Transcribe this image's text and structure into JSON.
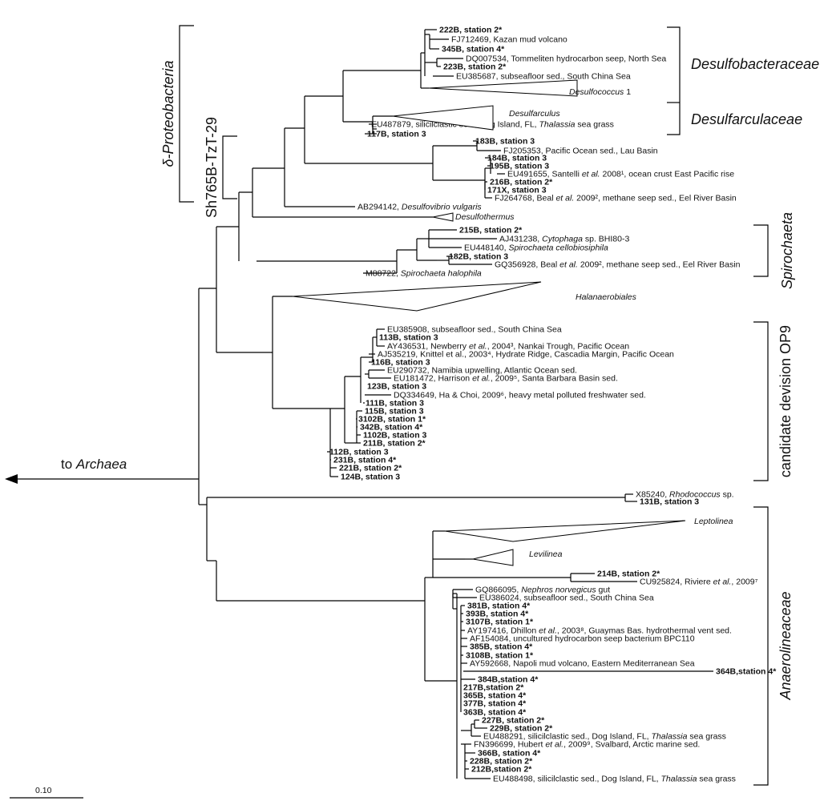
{
  "tree": {
    "scale_bar": "0.10",
    "root_label_prefix": "to ",
    "root_label_italic": "Archaea",
    "groups": {
      "desulfobacteraceae": "Desulfobacteraceae",
      "desulfarculaceae": "Desulfarculaceae",
      "spirochaeta": "Spirochaeta",
      "op9": "candidate devision OP9",
      "anaerolineaceae": "Anaerolineaceae",
      "delta": "δ-Proteobacteria",
      "sh765": "Sh765B-TzT-29"
    },
    "clades": {
      "desulfococcus": "Desulfococcus",
      "desulfococcus_suffix": " 1",
      "desulfarculus": "Desulfarculus",
      "desulfothermus": "Desulfothermus",
      "halanaerobiales": "Halanaerobiales",
      "leptolinea": "Leptolinea",
      "levilinea": "Levilinea"
    },
    "leaves": [
      {
        "parts": [
          {
            "t": "222B, station 2*"
          }
        ]
      },
      {
        "parts": [
          {
            "t": "FJ712469, Kazan mud volcano"
          }
        ]
      },
      {
        "parts": [
          {
            "t": "345B, station 4*"
          }
        ]
      },
      {
        "parts": [
          {
            "t": "DQ007534, Tommeliten hydrocarbon seep, North Sea"
          }
        ]
      },
      {
        "parts": [
          {
            "t": "223B, station 2*"
          }
        ]
      },
      {
        "parts": [
          {
            "t": "EU385687, subseafloor sed., South China Sea"
          }
        ]
      },
      {
        "parts": [
          {
            "t": "EU487879, silicilclastic sed., Dog Island, FL, "
          },
          {
            "t": "Thalassia",
            "i": true
          },
          {
            "t": " sea grass"
          }
        ]
      },
      {
        "parts": [
          {
            "t": "117B, station 3"
          }
        ]
      },
      {
        "parts": [
          {
            "t": "183B, station 3"
          }
        ]
      },
      {
        "parts": [
          {
            "t": "FJ205353, Pacific Ocean sed., Lau Basin"
          }
        ]
      },
      {
        "parts": [
          {
            "t": "184B, station 3"
          }
        ]
      },
      {
        "parts": [
          {
            "t": "195B, station 3"
          }
        ]
      },
      {
        "parts": [
          {
            "t": "EU491655, Santelli "
          },
          {
            "t": "et al.",
            "i": true
          },
          {
            "t": " 2008¹, ocean crust East Pacific rise"
          }
        ]
      },
      {
        "parts": [
          {
            "t": "216B, station 2*"
          }
        ]
      },
      {
        "parts": [
          {
            "t": "171X, station 3"
          }
        ]
      },
      {
        "parts": [
          {
            "t": "FJ264768, Beal "
          },
          {
            "t": "et al.",
            "i": true
          },
          {
            "t": " 2009², methane seep sed., Eel River Basin"
          }
        ]
      },
      {
        "parts": [
          {
            "t": "AB294142, "
          },
          {
            "t": "Desulfovibrio vulgaris",
            "i": true
          }
        ]
      },
      {
        "parts": [
          {
            "t": "215B, station 2*"
          }
        ]
      },
      {
        "parts": [
          {
            "t": "AJ431238, "
          },
          {
            "t": "Cytophaga",
            "i": true
          },
          {
            "t": " sp. BHI80-3"
          }
        ]
      },
      {
        "parts": [
          {
            "t": "EU448140, "
          },
          {
            "t": "Spirochaeta cellobiosiphila",
            "i": true
          }
        ]
      },
      {
        "parts": [
          {
            "t": "182B, station 3"
          }
        ]
      },
      {
        "parts": [
          {
            "t": "GQ356928, Beal "
          },
          {
            "t": "et al.",
            "i": true
          },
          {
            "t": " 2009², methane seep sed., Eel River Basin"
          }
        ]
      },
      {
        "parts": [
          {
            "t": "M88722, "
          },
          {
            "t": "Spirochaeta halophila",
            "i": true
          }
        ]
      },
      {
        "parts": [
          {
            "t": "EU385908, subseafloor sed., South China Sea"
          }
        ]
      },
      {
        "parts": [
          {
            "t": "113B, station 3"
          }
        ]
      },
      {
        "parts": [
          {
            "t": "AY436531, Newberry "
          },
          {
            "t": "et al.",
            "i": true
          },
          {
            "t": ", 2004³, Nankai Trough, Pacific Ocean"
          }
        ]
      },
      {
        "parts": [
          {
            "t": "AJ535219, Knittel et al., 2003⁴, Hydrate Ridge, Cascadia Margin, Pacific Ocean"
          }
        ]
      },
      {
        "parts": [
          {
            "t": "116B, station 3"
          }
        ]
      },
      {
        "parts": [
          {
            "t": "EU290732, Namibia upwelling, Atlantic Ocean sed."
          }
        ]
      },
      {
        "parts": [
          {
            "t": "EU181472, Harrison "
          },
          {
            "t": "et al.",
            "i": true
          },
          {
            "t": ", 2009⁵, Santa Barbara Basin sed."
          }
        ]
      },
      {
        "parts": [
          {
            "t": "123B, station 3"
          }
        ]
      },
      {
        "parts": [
          {
            "t": "DQ334649, Ha & Choi, 2009⁶, heavy metal polluted freshwater sed."
          }
        ]
      },
      {
        "parts": [
          {
            "t": "111B, station 3"
          }
        ]
      },
      {
        "parts": [
          {
            "t": "115B, station 3"
          }
        ]
      },
      {
        "parts": [
          {
            "t": "3102B, station 1*"
          }
        ]
      },
      {
        "parts": [
          {
            "t": "342B, station 4*"
          }
        ]
      },
      {
        "parts": [
          {
            "t": "1102B, station 3"
          }
        ]
      },
      {
        "parts": [
          {
            "t": "211B, station 2*"
          }
        ]
      },
      {
        "parts": [
          {
            "t": "112B, station 3"
          }
        ]
      },
      {
        "parts": [
          {
            "t": "231B, station 4*"
          }
        ]
      },
      {
        "parts": [
          {
            "t": "221B, station 2*"
          }
        ]
      },
      {
        "parts": [
          {
            "t": "124B, station 3"
          }
        ]
      },
      {
        "parts": [
          {
            "t": "X85240, "
          },
          {
            "t": "Rhodococcus",
            "i": true
          },
          {
            "t": " sp."
          }
        ]
      },
      {
        "parts": [
          {
            "t": "131B, station 3"
          }
        ]
      },
      {
        "parts": [
          {
            "t": "214B, station 2*"
          }
        ]
      },
      {
        "parts": [
          {
            "t": "CU925824, Riviere "
          },
          {
            "t": "et al.",
            "i": true
          },
          {
            "t": ", 2009⁷"
          }
        ]
      },
      {
        "parts": [
          {
            "t": "GQ866095, "
          },
          {
            "t": "Nephros norvegicus",
            "i": true
          },
          {
            "t": " gut"
          }
        ]
      },
      {
        "parts": [
          {
            "t": "EU386024, subseafloor sed., South China Sea"
          }
        ]
      },
      {
        "parts": [
          {
            "t": "381B, station 4*"
          }
        ]
      },
      {
        "parts": [
          {
            "t": "393B, station 4*"
          }
        ]
      },
      {
        "parts": [
          {
            "t": "3107B, station 1*"
          }
        ]
      },
      {
        "parts": [
          {
            "t": "AY197416, Dhillon "
          },
          {
            "t": "et al.",
            "i": true
          },
          {
            "t": ", 2003⁸, Guaymas Bas. hydrothermal vent sed."
          }
        ]
      },
      {
        "parts": [
          {
            "t": "AF154084, uncultured hydrocarbon seep bacterium BPC110"
          }
        ]
      },
      {
        "parts": [
          {
            "t": "385B, station 4*"
          }
        ]
      },
      {
        "parts": [
          {
            "t": "3108B, station 1*"
          }
        ]
      },
      {
        "parts": [
          {
            "t": "AY592668, Napoli mud volcano, Eastern Mediterranean Sea"
          }
        ]
      },
      {
        "parts": [
          {
            "t": "364B,station 4*"
          }
        ]
      },
      {
        "parts": [
          {
            "t": "384B,station 4*"
          }
        ]
      },
      {
        "parts": [
          {
            "t": "217B,station 2*"
          }
        ]
      },
      {
        "parts": [
          {
            "t": "365B, station 4*"
          }
        ]
      },
      {
        "parts": [
          {
            "t": "377B, station 4*"
          }
        ]
      },
      {
        "parts": [
          {
            "t": "363B, station 4*"
          }
        ]
      },
      {
        "parts": [
          {
            "t": "227B, station 2*"
          }
        ]
      },
      {
        "parts": [
          {
            "t": "229B, station 2*"
          }
        ]
      },
      {
        "parts": [
          {
            "t": "EU488291, silicilclastic sed., Dog Island, FL, "
          },
          {
            "t": "Thalassia",
            "i": true
          },
          {
            "t": " sea grass"
          }
        ]
      },
      {
        "parts": [
          {
            "t": "FN396699, Hubert "
          },
          {
            "t": "et al.",
            "i": true
          },
          {
            "t": ", 2009⁹, Svalbard, Arctic marine sed."
          }
        ]
      },
      {
        "parts": [
          {
            "t": "366B, station 4*"
          }
        ]
      },
      {
        "parts": [
          {
            "t": "228B, station 2*"
          }
        ]
      },
      {
        "parts": [
          {
            "t": "212B,station 2*"
          }
        ]
      },
      {
        "parts": [
          {
            "t": "EU488498, silicilclastic sed., Dog Island, FL, "
          },
          {
            "t": "Thalassia",
            "i": true
          },
          {
            "t": " sea grass"
          }
        ]
      }
    ]
  }
}
